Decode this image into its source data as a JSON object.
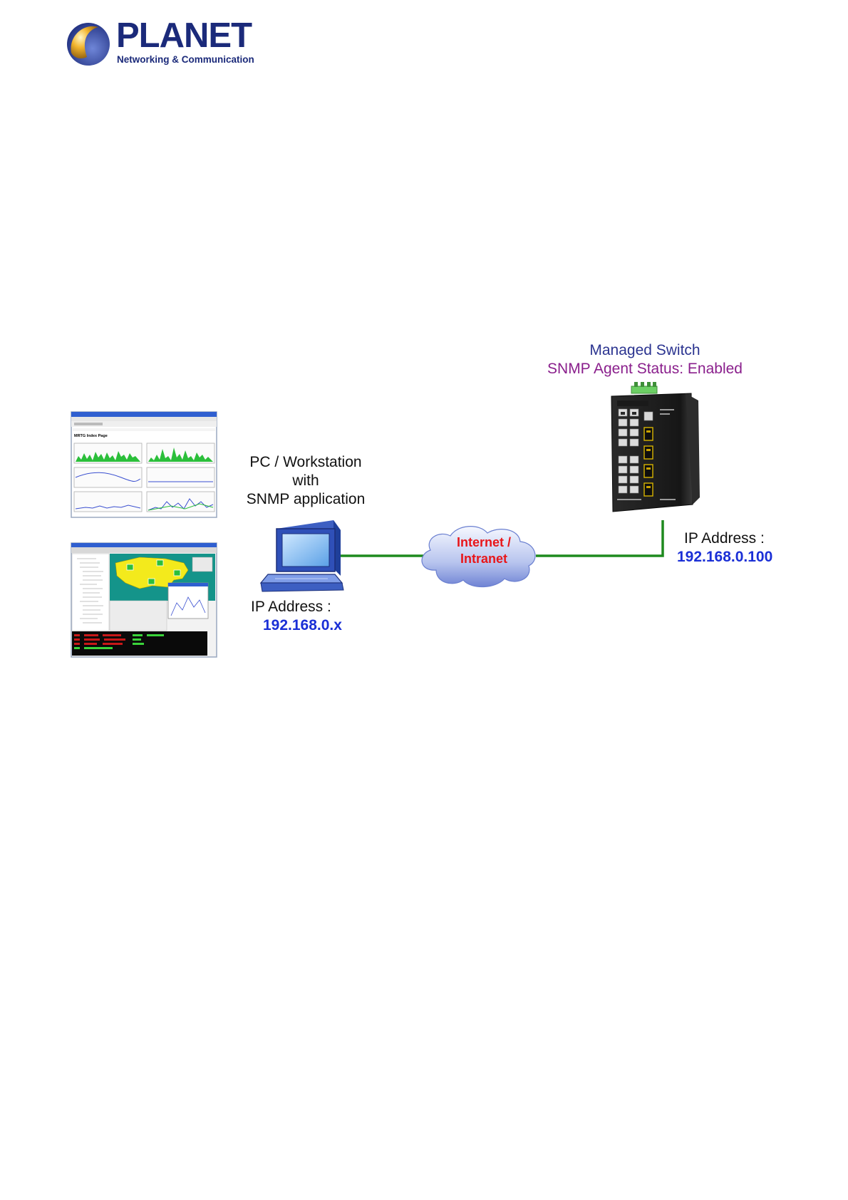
{
  "logo": {
    "brand": "PLANET",
    "tagline": "Networking & Communication"
  },
  "diagram": {
    "switch_title": "Managed Switch",
    "switch_status": "SNMP Agent Status: Enabled",
    "pc_label_line1": "PC / Workstation",
    "pc_label_line2": "with",
    "pc_label_line3": "SNMP application",
    "pc_ip_label": "IP Address :",
    "pc_ip_value": "192.168.0.x",
    "switch_ip_label": "IP Address :",
    "switch_ip_value": "192.168.0.100",
    "cloud_line1": "Internet /",
    "cloud_line2": "Intranet",
    "screenshot_1_title": "MRTG Index Page"
  },
  "colors": {
    "brand_navy": "#1b2a7a",
    "link_green": "#1e8a1e",
    "ip_blue": "#1a2fd6",
    "status_purple": "#8a1f8c",
    "title_navy": "#2b3490",
    "cloud_red": "#e8161a"
  }
}
